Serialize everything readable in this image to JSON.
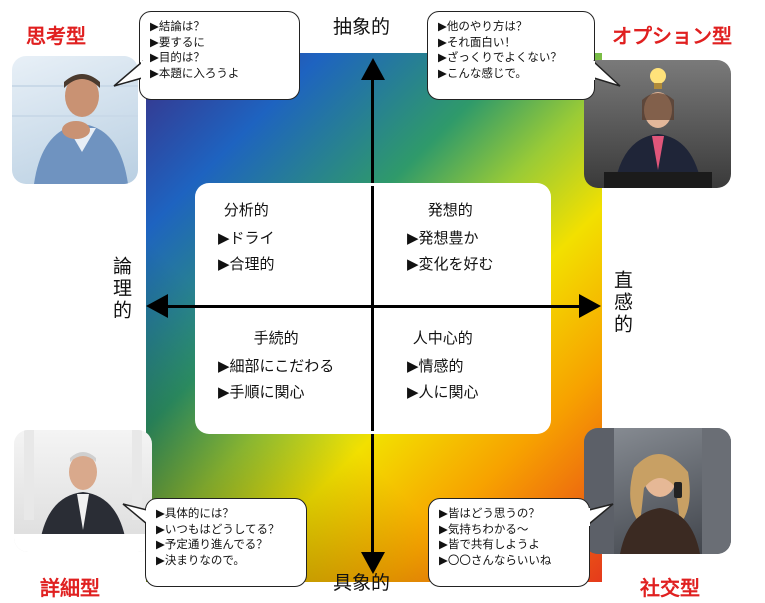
{
  "axes": {
    "top": "抽象的",
    "bottom": "具象的",
    "left": "論理的",
    "right": "直感的"
  },
  "quadrants": [
    {
      "title": "分析的",
      "items": [
        "▶ドライ",
        "▶合理的"
      ]
    },
    {
      "title": "発想的",
      "items": [
        "▶発想豊か",
        "▶変化を好む"
      ]
    },
    {
      "title": "手続的",
      "items": [
        "▶細部にこだわる",
        "▶手順に関心"
      ]
    },
    {
      "title": "人中心的",
      "items": [
        "▶情感的",
        "▶人に関心"
      ]
    }
  ],
  "types": {
    "thinking": {
      "label": "思考型",
      "bubble": [
        "▶結論は？",
        "▶要するに",
        "▶目的は？",
        "▶本題に入ろうよ"
      ]
    },
    "option": {
      "label": "オプション型",
      "bubble": [
        "▶他のやり方は？",
        "▶それ面白い！",
        "▶ざっくりでよくない？",
        "▶こんな感じで。"
      ]
    },
    "detail": {
      "label": "詳細型",
      "bubble": [
        "▶具体的には？",
        "▶いつもはどうしてる？",
        "▶予定通り進んでる？",
        "▶決まりなので。"
      ]
    },
    "social": {
      "label": "社交型",
      "bubble": [
        "▶皆はどう思うの？",
        "▶気持ちわかる～",
        "▶皆で共有しようよ",
        "▶〇〇さんならいいね"
      ]
    }
  },
  "colors": {
    "type_label": "#e02020",
    "arrow": "#000000"
  }
}
